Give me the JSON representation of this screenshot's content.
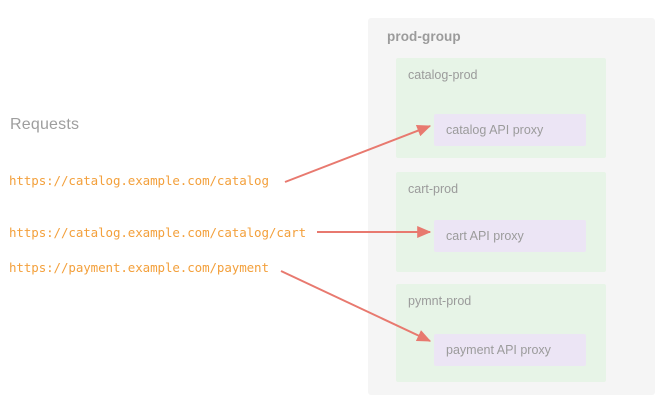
{
  "requests": {
    "heading": "Requests",
    "urls": [
      "https://catalog.example.com/catalog",
      "https://catalog.example.com/catalog/cart",
      "https://payment.example.com/payment"
    ]
  },
  "prod_group": {
    "title": "prod-group",
    "namespaces": [
      {
        "label": "catalog-prod",
        "proxy": "catalog API proxy"
      },
      {
        "label": "cart-prod",
        "proxy": "cart API proxy"
      },
      {
        "label": "pymnt-prod",
        "proxy": "payment API proxy"
      }
    ]
  },
  "colors": {
    "panel_background": "#f5f5f5",
    "namespace_background": "#e7f4e7",
    "proxy_background": "#ece5f5",
    "url_text": "#f3a03c",
    "muted_text": "#9b9b9b",
    "arrow": "#e8796f"
  },
  "arrows": [
    {
      "from_request": "https://catalog.example.com/catalog",
      "to_proxy": "catalog API proxy"
    },
    {
      "from_request": "https://catalog.example.com/catalog/cart",
      "to_proxy": "cart API proxy"
    },
    {
      "from_request": "https://payment.example.com/payment",
      "to_proxy": "payment API proxy"
    }
  ]
}
